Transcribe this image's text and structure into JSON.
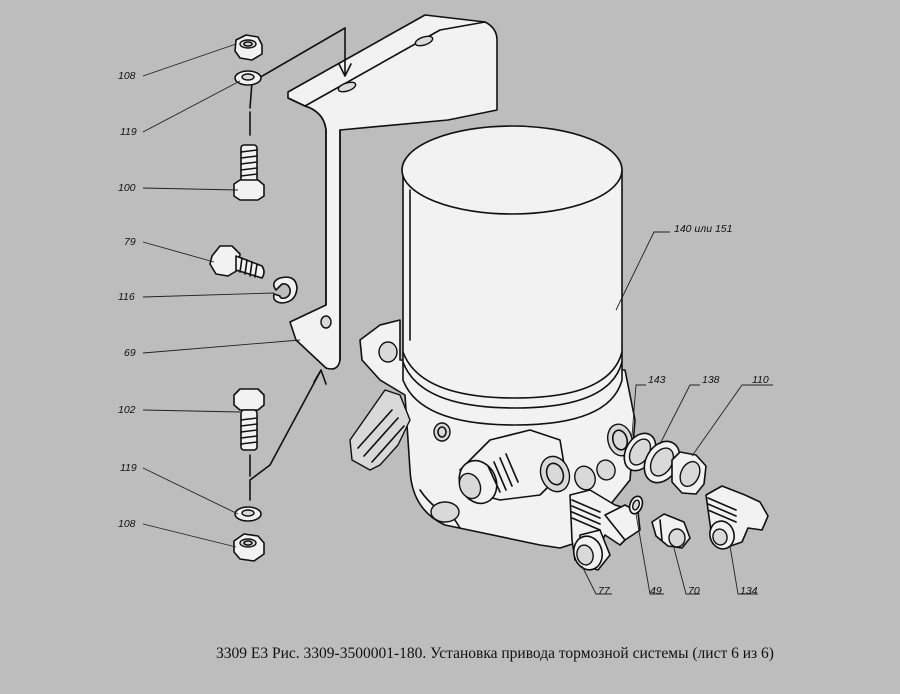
{
  "caption": "3309 Е3 Рис. 3309-3500001-180. Установка привода тормозной системы (лист 6 из 6)",
  "labels": {
    "l108a": "108",
    "l119a": "119",
    "l100": "100",
    "l79": "79",
    "l116": "116",
    "l69": "69",
    "l102": "102",
    "l119b": "119",
    "l108b": "108",
    "l140": "140 или 151",
    "l143": "143",
    "l138": "138",
    "l110": "110",
    "l77": "77",
    "l49": "49",
    "l70": "70",
    "l134": "134"
  }
}
